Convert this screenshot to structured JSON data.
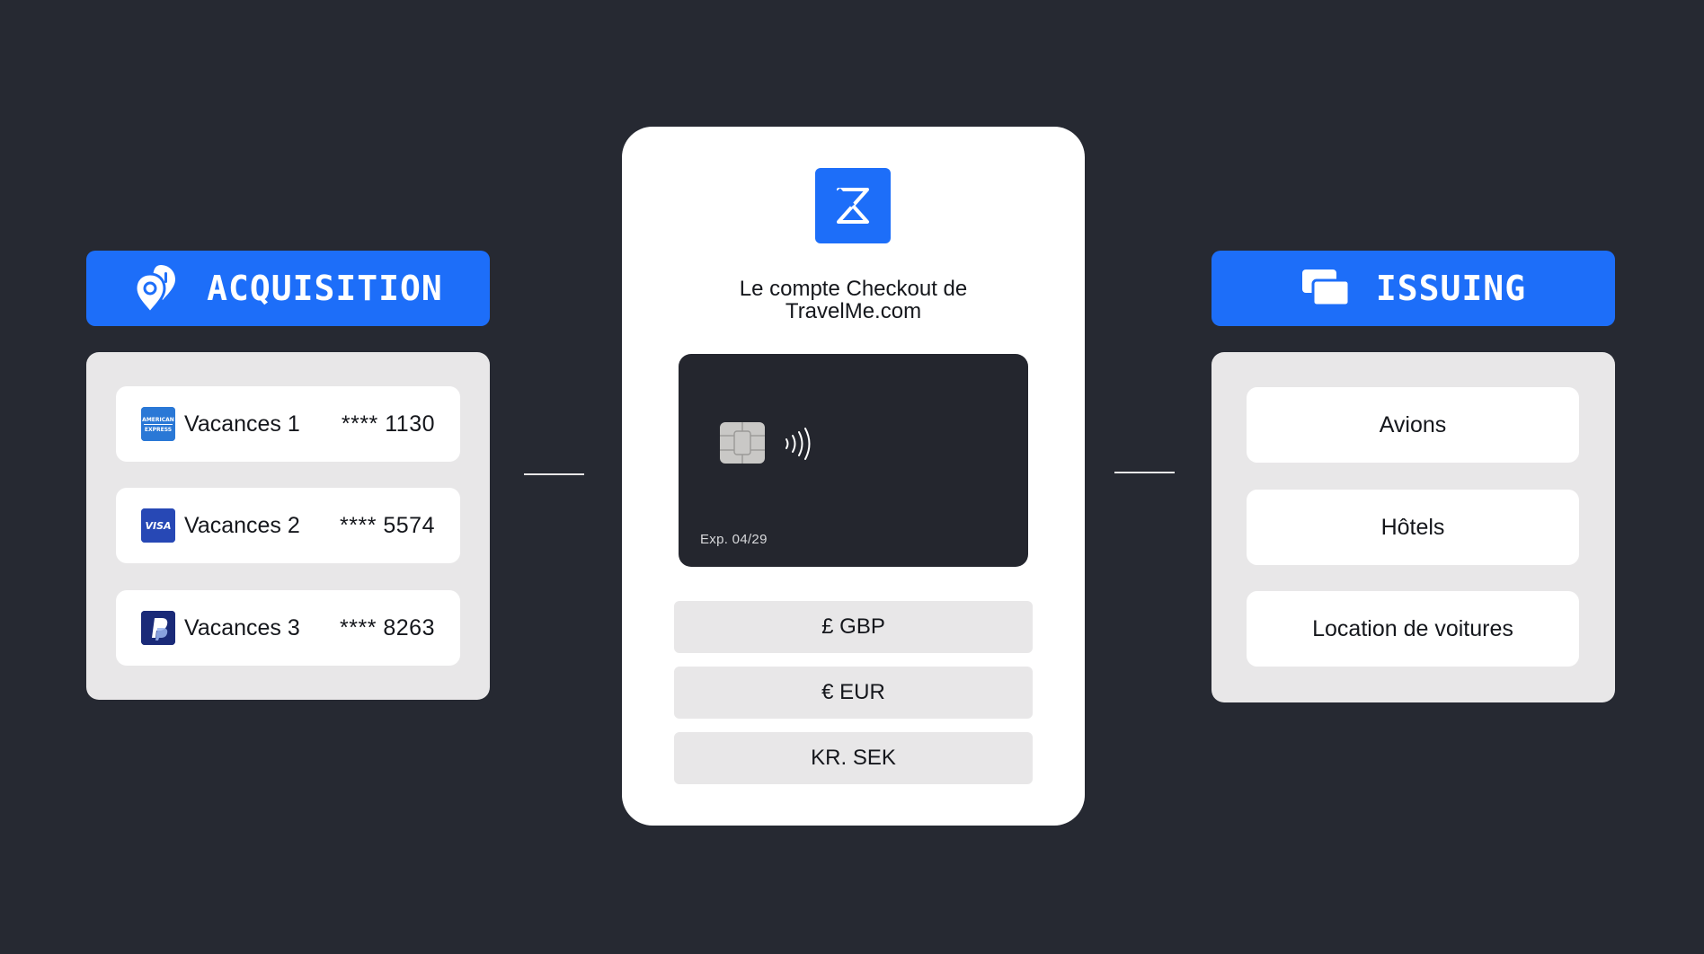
{
  "acquisition": {
    "title": "ACQUISITION",
    "icon": "location-pins-icon",
    "rows": [
      {
        "brand": "amex-icon",
        "name": "Vacances 1",
        "masked": "**** 1130"
      },
      {
        "brand": "visa-icon",
        "name": "Vacances 2",
        "masked": "**** 5574"
      },
      {
        "brand": "paypal-icon",
        "name": "Vacances 3",
        "masked": "**** 8263"
      }
    ]
  },
  "account": {
    "logo": "checkout-logo-icon",
    "title_line1": "Le compte Checkout de",
    "title_line2": "TravelMe.com",
    "card": {
      "expiry": "Exp. 04/29",
      "chip": "chip-icon",
      "contactless": "contactless-icon"
    },
    "currencies": [
      "£ GBP",
      "€ EUR",
      "KR. SEK"
    ]
  },
  "issuing": {
    "title": "ISSUING",
    "icon": "cards-icon",
    "rows": [
      "Avions",
      "Hôtels",
      "Location de voitures"
    ]
  },
  "colors": {
    "background": "#262932",
    "accent": "#1d6ef9",
    "panel": "#e8e7e8",
    "card": "#24262e"
  }
}
